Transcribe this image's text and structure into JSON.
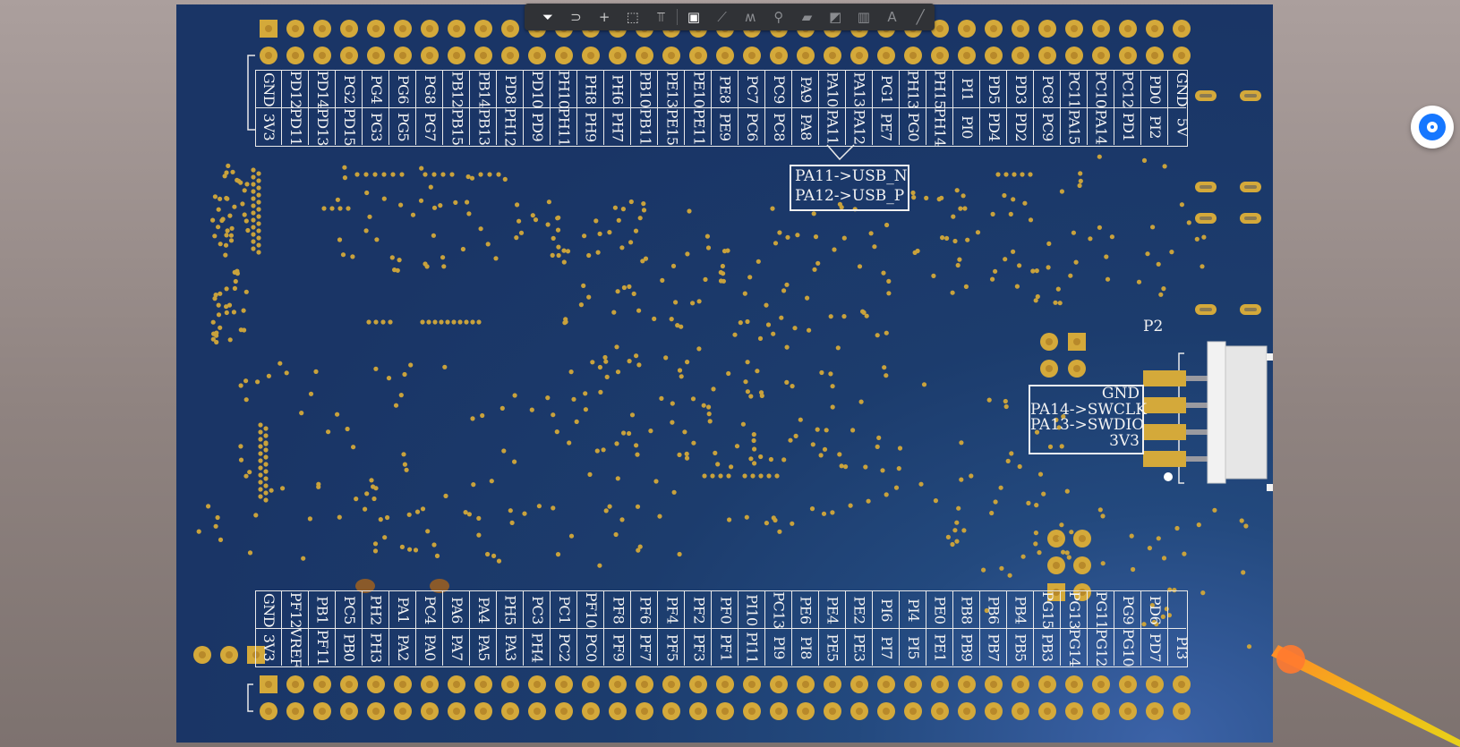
{
  "toolbar": {
    "buttons": [
      {
        "icon": "filter-icon",
        "glyph": "⏷",
        "active": true
      },
      {
        "icon": "magnet-icon",
        "glyph": "⊃",
        "active": false
      },
      {
        "icon": "plus-icon",
        "glyph": "+",
        "active": false
      },
      {
        "icon": "select-rect-icon",
        "glyph": "⬚",
        "active": false
      },
      {
        "icon": "align-icon",
        "glyph": "⫪",
        "active": false
      },
      {
        "icon": "chip-icon",
        "glyph": "▣",
        "active": true
      },
      {
        "icon": "route-icon",
        "glyph": "⟋",
        "active": false
      },
      {
        "icon": "diff-pair-icon",
        "glyph": "ʍ",
        "active": false
      },
      {
        "icon": "via-icon",
        "glyph": "⚲",
        "active": false
      },
      {
        "icon": "layers-icon",
        "glyph": "▰",
        "active": false
      },
      {
        "icon": "board-outline-icon",
        "glyph": "◩",
        "active": false
      },
      {
        "icon": "chart-icon",
        "glyph": "▥",
        "active": false
      },
      {
        "icon": "text-icon",
        "glyph": "A",
        "active": false
      },
      {
        "icon": "line-icon",
        "glyph": "╱",
        "active": false
      }
    ]
  },
  "top_header": {
    "row_upper": [
      "GND",
      "PD12",
      "PD14",
      "PG2",
      "PG4",
      "PG6",
      "PG8",
      "PB12",
      "PB14",
      "PD8",
      "PD10",
      "PH10",
      "PH8",
      "PH6",
      "PB10",
      "PE13",
      "PE10",
      "PE8",
      "PC7",
      "PC9",
      "PA9",
      "PA10",
      "PA13",
      "PG1",
      "PH13",
      "PH15",
      "PI1",
      "PD5",
      "PD3",
      "PC8",
      "PC11",
      "PC10",
      "PC12",
      "PD0",
      "GND"
    ],
    "row_lower": [
      "3V3",
      "PD11",
      "PD13",
      "PD15",
      "PG3",
      "PG5",
      "PG7",
      "PB15",
      "PB13",
      "PH12",
      "PD9",
      "PH11",
      "PH9",
      "PH7",
      "PB11",
      "PE15",
      "PE11",
      "PE9",
      "PC6",
      "PC8",
      "PA8",
      "PA11",
      "PA12",
      "PE7",
      "PG0",
      "PH14",
      "PI0",
      "PD4",
      "PD2",
      "PC9",
      "PA15",
      "PA14",
      "PD1",
      "PI2",
      "5V"
    ]
  },
  "bottom_header": {
    "row_upper": [
      "GND",
      "PF12",
      "PB1",
      "PC5",
      "PH2",
      "PA1",
      "PC4",
      "PA6",
      "PA4",
      "PH5",
      "PC3",
      "PC1",
      "PF10",
      "PF8",
      "PF6",
      "PF4",
      "PF2",
      "PF0",
      "PI10",
      "PC13",
      "PE6",
      "PE4",
      "PE2",
      "PI6",
      "PI4",
      "PE0",
      "PB8",
      "PB6",
      "PB4",
      "PG15",
      "PG13",
      "PG11",
      "PG9",
      "PD6",
      ""
    ],
    "row_lower": [
      "3V3",
      "VREF",
      "PF11",
      "PB0",
      "PH3",
      "PA2",
      "PA0",
      "PA7",
      "PA5",
      "PA3",
      "PH4",
      "PC2",
      "PC0",
      "PF9",
      "PF7",
      "PF5",
      "PF3",
      "PF1",
      "PI11",
      "PI9",
      "PI8",
      "PE5",
      "PE3",
      "PI7",
      "PI5",
      "PE1",
      "PB9",
      "PB7",
      "PB5",
      "PB3",
      "PG14",
      "PG12",
      "PG10",
      "PD7",
      "PI3"
    ]
  },
  "usb_note": [
    "PA11->USB_N",
    "PA12->USB_P"
  ],
  "swd_note": [
    "GND",
    "PA14->SWCLK",
    "PA13->SWDIO",
    "3V3"
  ],
  "designators": {
    "swd_connector": "P2"
  },
  "colors": {
    "board": "#1a3566",
    "pad": "#d4a93a",
    "silkscreen": "#f0f0f0",
    "toolbar": "#303236",
    "fab": "#1677ff"
  }
}
